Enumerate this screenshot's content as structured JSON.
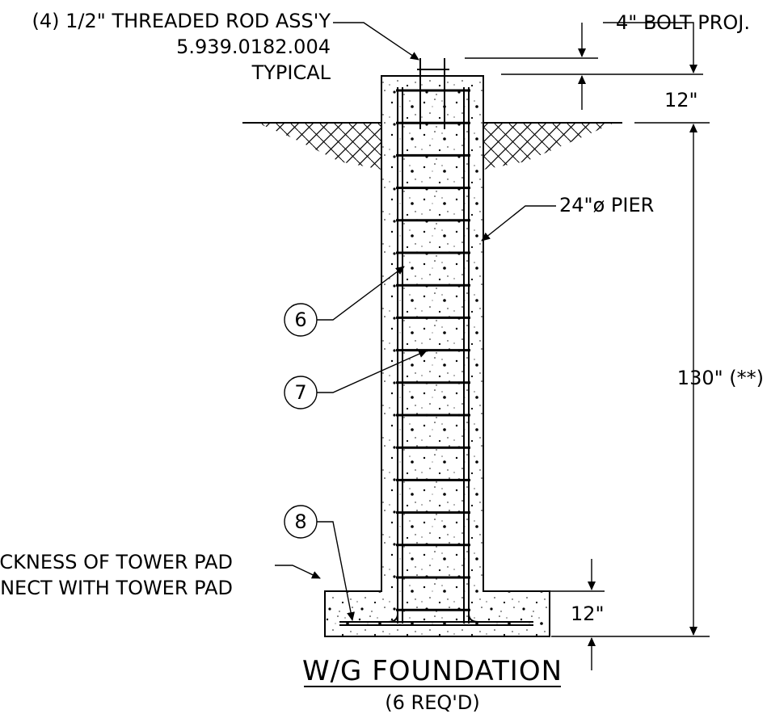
{
  "labels": {
    "threaded_rod": "(4) 1/2\" THREADED ROD ASS'Y",
    "part_number": "5.939.0182.004",
    "typical": "TYPICAL",
    "bolt_proj": "4\" BOLT PROJ.",
    "top_dim": "12\"",
    "pier": "24\"ø PIER",
    "height_dim": "130\"  (**)",
    "bottom_dim": "12\"",
    "tower_pad_1": "CKNESS OF TOWER PAD",
    "tower_pad_2": "NECT WITH TOWER PAD"
  },
  "callouts": [
    "6",
    "7",
    "8"
  ],
  "title": {
    "main": "W/G FOUNDATION",
    "sub": "(6 REQ'D)"
  }
}
